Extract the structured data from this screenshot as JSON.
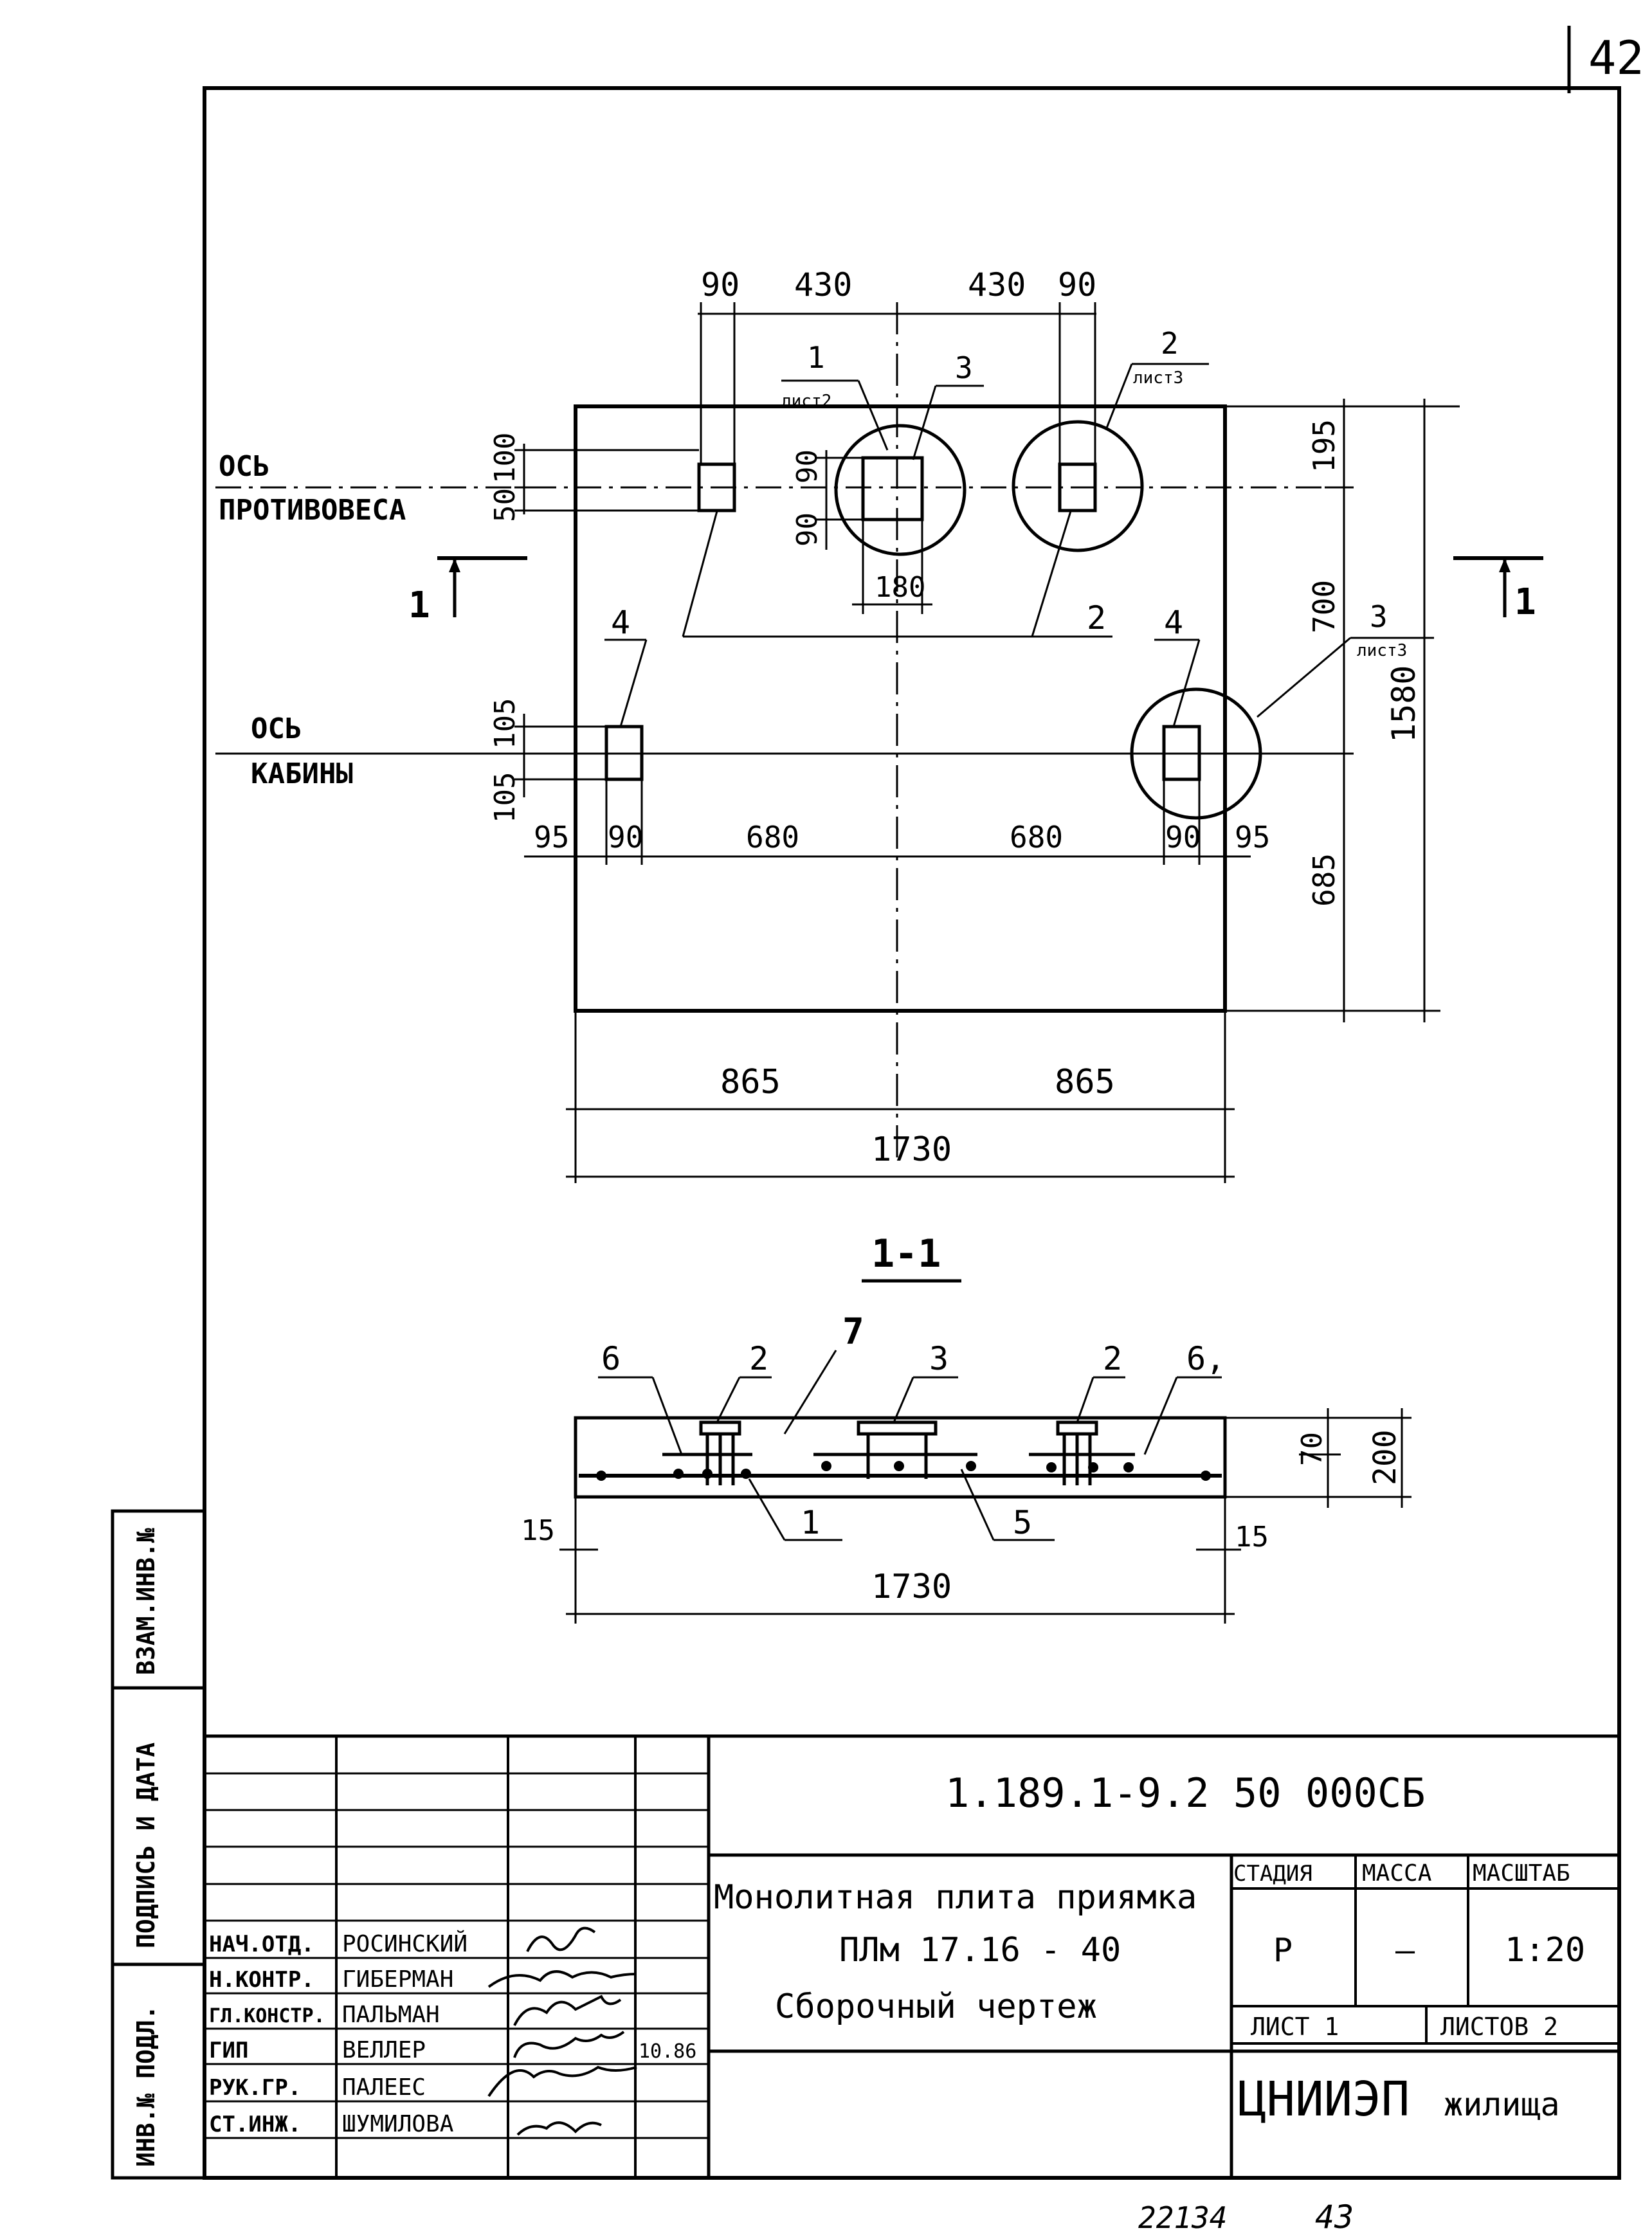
{
  "page_number": "42",
  "plan": {
    "top_dims": [
      "90",
      "430",
      "430",
      "90"
    ],
    "leader_1": {
      "num": "1",
      "sheet": "лист2"
    },
    "leader_2_top": {
      "num": "2",
      "sheet": "лист3"
    },
    "label_3_top": "3",
    "axis_counterweight": [
      "ОСЬ",
      "ПРОТИВОВЕСА"
    ],
    "axis_cabin": [
      "ОСЬ",
      "КАБИНЫ"
    ],
    "left_dims_top": [
      "100",
      "50"
    ],
    "left_dims_bottom": [
      "105",
      "105"
    ],
    "hole_dims": [
      "90",
      "90",
      "180"
    ],
    "label_2_mid": "2",
    "label_4_left": "4",
    "label_4_right": "4",
    "leader_3_right": {
      "num": "3",
      "sheet": "лист3"
    },
    "bottom_row_dims": [
      "95",
      "90",
      "680",
      "680",
      "90",
      "95"
    ],
    "right_dims": [
      "195",
      "700",
      "685"
    ],
    "overall_height": "1580",
    "half_widths": [
      "865",
      "865"
    ],
    "overall_width": "1730",
    "section_mark_left": "1",
    "section_mark_right": "1"
  },
  "section": {
    "title": "1-1",
    "labels": [
      "6",
      "2",
      "7",
      "3",
      "2",
      "6,"
    ],
    "bottom_labels": [
      "1",
      "5"
    ],
    "dims": {
      "d70": "70",
      "d200": "200",
      "d15a": "15",
      "d15b": "15",
      "width": "1730"
    }
  },
  "side_stamp": [
    "ВЗАМ.ИНВ.№",
    "ПОДПИСЬ И ДАТА",
    "ИНВ.№ ПОДЛ."
  ],
  "title_block": {
    "doc_code": "1.189.1-9.2 50 000СБ",
    "title_lines": [
      "Монолитная плита приямка",
      "ПЛм 17.16 - 40",
      "Сборочный чертеж"
    ],
    "stage_headers": [
      "СТАДИЯ",
      "МАССА",
      "МАСШТАБ"
    ],
    "stage_values": [
      "Р",
      "—",
      "1:20"
    ],
    "sheet_label": "ЛИСТ 1",
    "sheets_label": "ЛИСТОВ 2",
    "organization_main": "ЦНИИЭП",
    "organization_suffix": "жилища",
    "date": "10.86",
    "staff": [
      {
        "role": "НАЧ.ОТД.",
        "name": "РОСИНСКИЙ"
      },
      {
        "role": "Н.КОНТР.",
        "name": "ГИБЕРМАН"
      },
      {
        "role": "ГЛ.КОНСТР.",
        "name": "ПАЛЬМАН"
      },
      {
        "role": "ГИП",
        "name": "ВЕЛЛЕР"
      },
      {
        "role": "РУК.ГР.",
        "name": "ПАЛЕЕС"
      },
      {
        "role": "СТ.ИНЖ.",
        "name": "ШУМИЛОВА"
      }
    ]
  },
  "footer": {
    "inventory": "22134",
    "page": "43"
  }
}
